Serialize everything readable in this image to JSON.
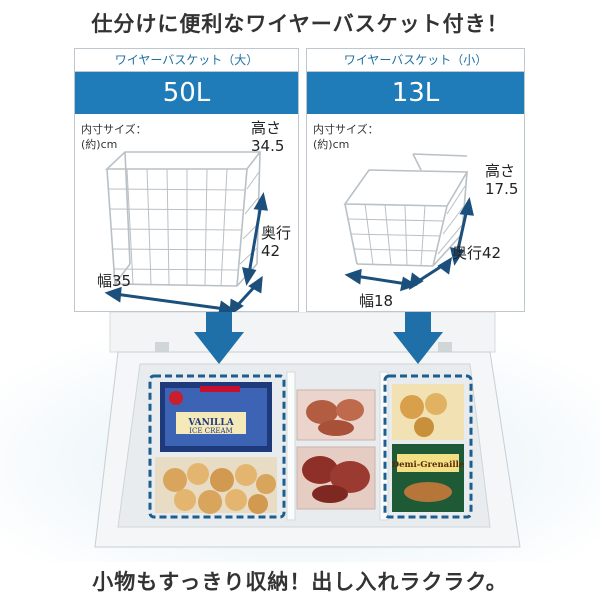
{
  "headline": "仕分けに便利なワイヤーバスケット付き！",
  "footline": "小物もすっきり収納！出し入れラクラク。",
  "baskets": [
    {
      "title": "ワイヤーバスケット（大）",
      "volume": "50L",
      "size_label": "内寸サイズ：\n(約)cm",
      "height": "高さ\n34.5",
      "depth": "奥行\n42",
      "width": "幅35"
    },
    {
      "title": "ワイヤーバスケット（小）",
      "volume": "13L",
      "size_label": "内寸サイズ：\n(約)cm",
      "height": "高さ\n17.5",
      "depth": "奥行42",
      "width": "幅18"
    }
  ],
  "colors": {
    "accent": "#1f7cb8",
    "basket_outline": "#1b5e8f",
    "panel_border": "#bfc7ce"
  },
  "icons": [
    "down-arrow-icon",
    "dimension-arrow-icon"
  ]
}
